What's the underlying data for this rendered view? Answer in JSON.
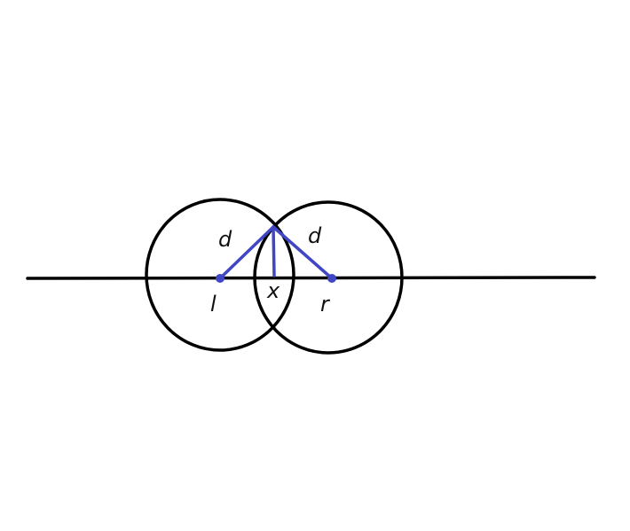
{
  "diagram": {
    "labels": {
      "left_point": "l",
      "right_point": "r",
      "intersection_foot": "x",
      "left_distance": "d",
      "right_distance": "d"
    },
    "colors": {
      "outline": "#000000",
      "highlight": "#4046c4",
      "background": "#ffffff"
    }
  }
}
